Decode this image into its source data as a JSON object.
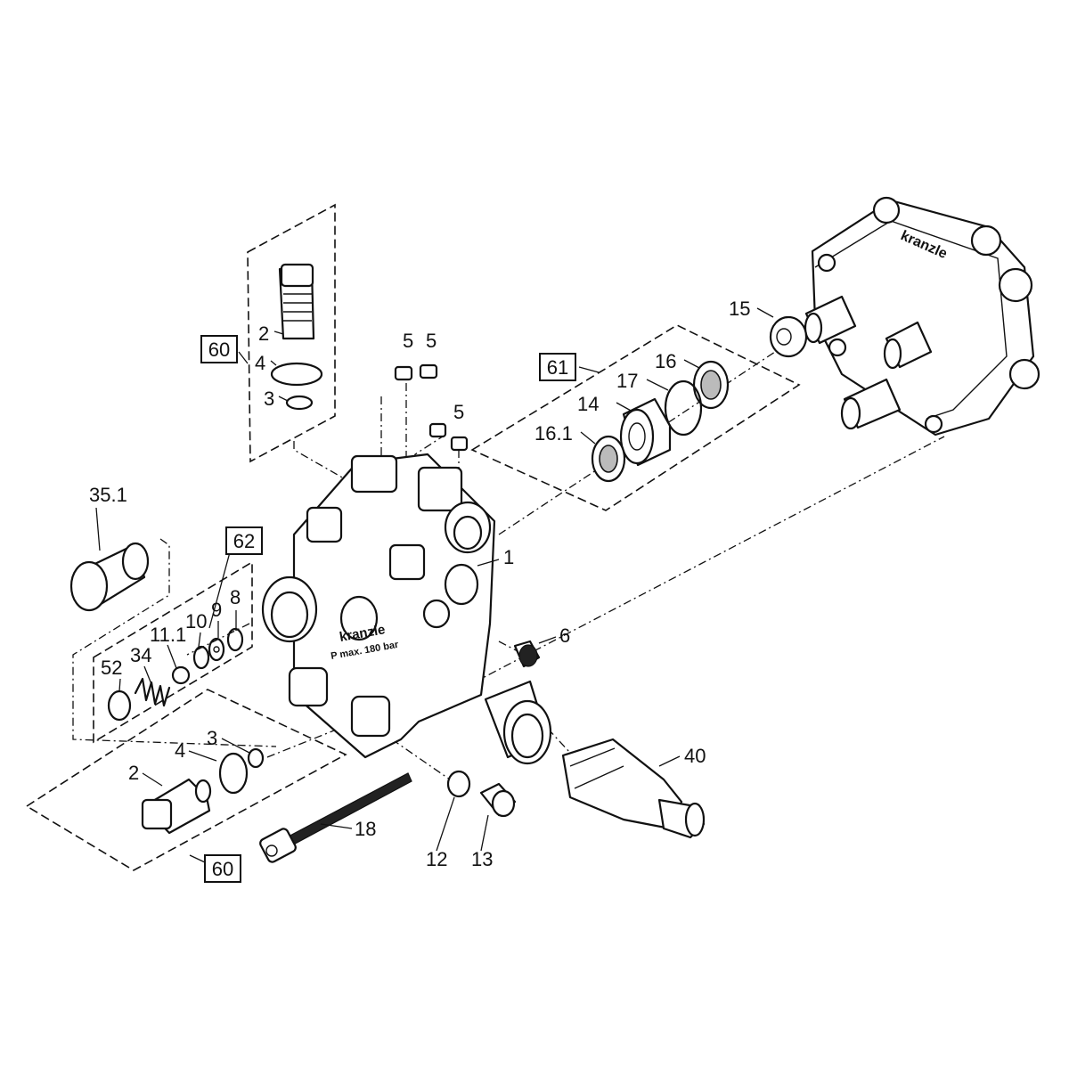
{
  "callouts": {
    "c2_top": "2",
    "c4_top": "4",
    "c3_top": "3",
    "c5_a": "5",
    "c5_b": "5",
    "c5_c": "5",
    "c15": "15",
    "c16": "16",
    "c17": "17",
    "c14": "14",
    "c16_1": "16.1",
    "c35_1": "35.1",
    "c1": "1",
    "c8": "8",
    "c9": "9",
    "c10": "10",
    "c11_1": "11.1",
    "c34": "34",
    "c52": "52",
    "c6": "6",
    "c3_bot": "3",
    "c4_bot": "4",
    "c2_bot": "2",
    "c40": "40",
    "c18": "18",
    "c12": "12",
    "c13": "13"
  },
  "boxes": {
    "b60_top": "60",
    "b61": "61",
    "b62": "62",
    "b60_bot": "60"
  },
  "markings": {
    "brand": "kranzle",
    "pressure": "P max. 180 bar"
  }
}
